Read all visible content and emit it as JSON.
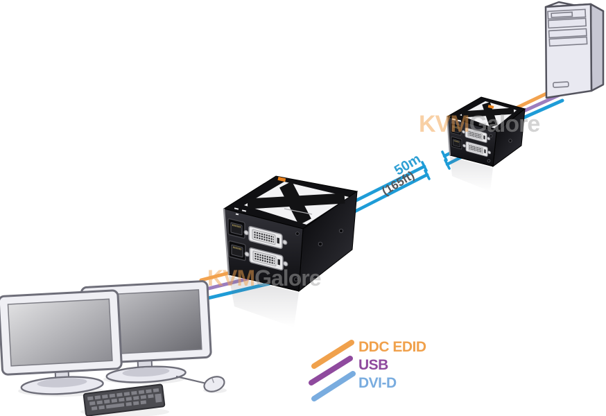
{
  "watermark": {
    "prefix": "KVM",
    "suffix": "Galore"
  },
  "distance_label": {
    "meters": "50m",
    "feet": "(165ft)"
  },
  "legend": {
    "items": [
      {
        "label": "DDC EDID",
        "color": "#F0A14C"
      },
      {
        "label": "USB",
        "color": "#8F4A9E"
      },
      {
        "label": "DVI-D",
        "color": "#79ACDF"
      }
    ]
  },
  "colors": {
    "cable_ddc_edid": "#F2A24E",
    "cable_usb": "#9C7DBE",
    "cable_dvi_link": "#1E9CD7",
    "distance_meters_text": "#2E9FD4",
    "distance_feet_text": "#55565A",
    "watermark_prefix": "#F2A24E",
    "watermark_suffix": "#A8A8A8"
  }
}
